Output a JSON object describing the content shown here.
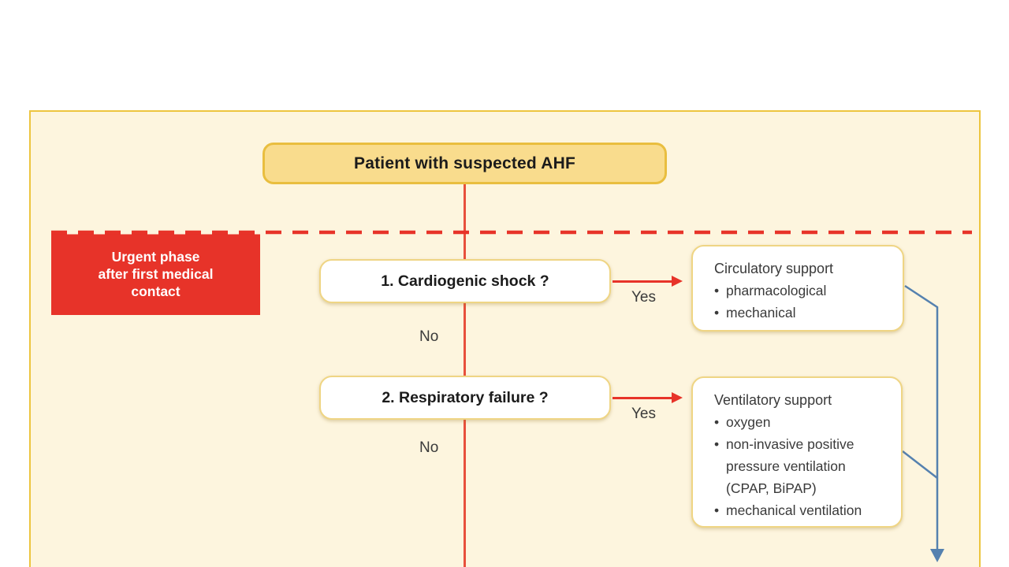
{
  "diagram": {
    "start_label": "Patient with suspected AHF",
    "phase": {
      "line1": "Urgent phase",
      "line2": "after first medical",
      "line3": "contact"
    },
    "decisions": [
      {
        "question": "1. Cardiogenic shock ?",
        "yes_label": "Yes",
        "no_label": "No",
        "action_title": "Circulatory support",
        "bullets": [
          "pharmacological",
          "mechanical"
        ]
      },
      {
        "question": "2. Respiratory failure ?",
        "yes_label": "Yes",
        "no_label": "No",
        "action_title": "Ventilatory support",
        "bullets": [
          "oxygen",
          "non-invasive positive pressure ventilation (CPAP, BiPAP)",
          "mechanical ventilation"
        ]
      }
    ],
    "colors": {
      "red": "#E73329",
      "panel_bg": "#FDF5DE",
      "panel_border": "#EDC53F",
      "start_fill": "#F9DC8D",
      "start_border": "#E9BE3F",
      "node_border": "#EFD584",
      "blue": "#5581AF"
    }
  }
}
